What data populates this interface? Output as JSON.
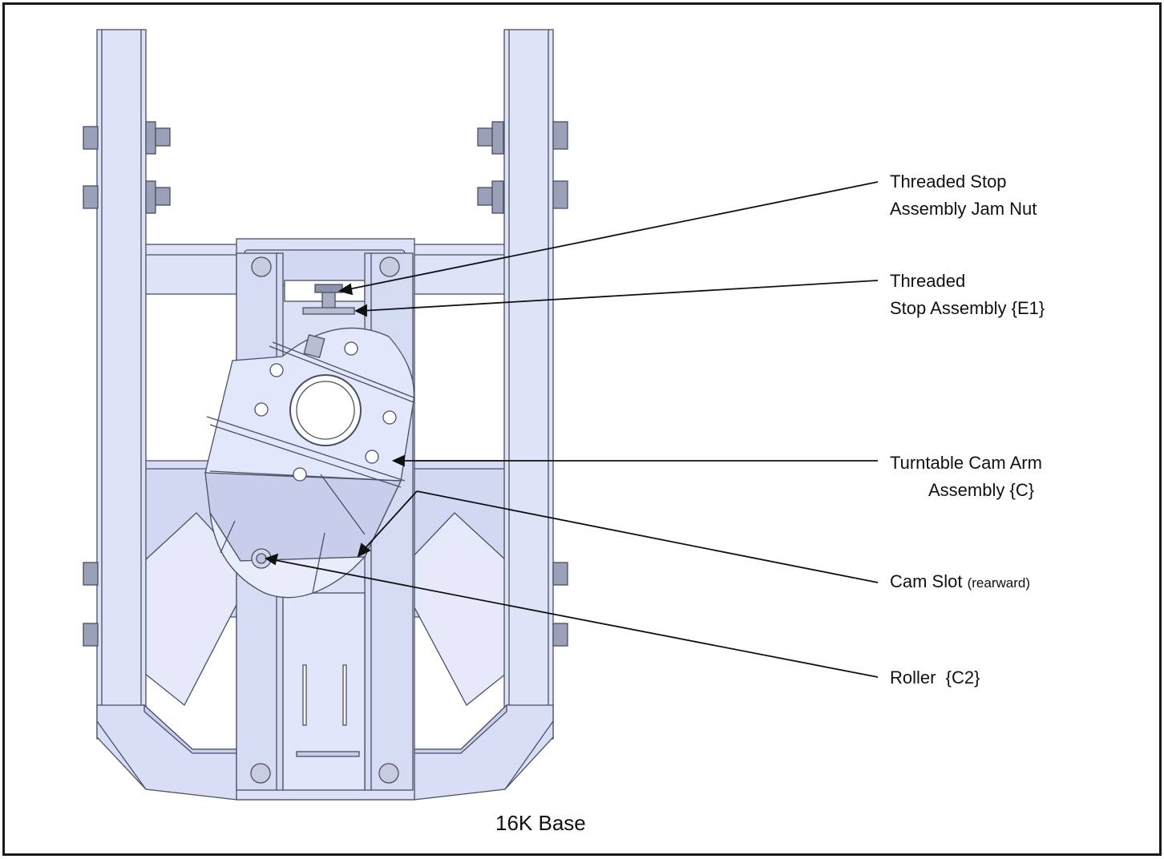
{
  "callouts": {
    "jam_nut": [
      "Threaded Stop",
      "Assembly Jam Nut"
    ],
    "stop_assembly": [
      "Threaded",
      "Stop Assembly {E1}"
    ],
    "cam_arm": [
      "Turntable Cam Arm",
      "Assembly {C}"
    ],
    "cam_slot": "Cam Slot",
    "cam_slot_note": "(rearward)",
    "roller": "Roller  {C2}"
  },
  "caption": "16K Base",
  "colors": {
    "steel_fill": "#dfe3f8",
    "steel_dark": "#c5cbe8",
    "outline": "#4a4f63",
    "leader": "#111111"
  }
}
